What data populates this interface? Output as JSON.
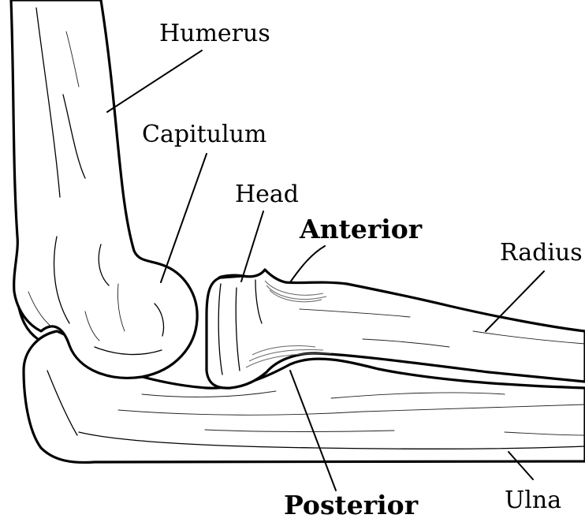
{
  "labels": {
    "humerus": "Humerus",
    "capitulum": "Capitulum",
    "head": "Head",
    "anterior": "Anterior",
    "radius": "Radius",
    "posterior": "Posterior",
    "ulna": "Ulna"
  }
}
